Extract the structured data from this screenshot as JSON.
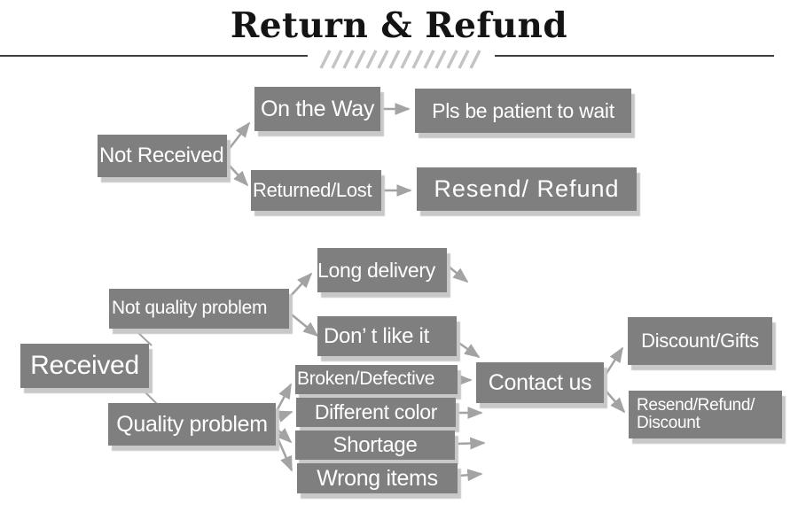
{
  "title": {
    "text": "Return & Refund"
  },
  "colors": {
    "box_fill": "#7f7f7f",
    "box_text": "#ffffff",
    "arrow": "#a3a3a3",
    "shadow": "#c8c8c8",
    "rule": "#3d3d3d",
    "hatch": "#c4c4c4",
    "title_text": "#141414",
    "background": "#ffffff"
  },
  "nodes": {
    "not_received": {
      "label": "Not Received"
    },
    "on_the_way": {
      "label": "On the Way"
    },
    "pls_wait": {
      "label": "Pls be patient to wait"
    },
    "returned_lost": {
      "label": "Returned/Lost"
    },
    "resend_refund": {
      "label": "Resend/ Refund"
    },
    "received": {
      "label": "Received"
    },
    "not_quality": {
      "label": "Not quality problem"
    },
    "long_delivery": {
      "label": "Long delivery"
    },
    "dont_like": {
      "label": "Don’ t like it"
    },
    "quality_problem": {
      "label": "Quality problem"
    },
    "broken": {
      "label": "Broken/Defective"
    },
    "different_color": {
      "label": "Different color"
    },
    "shortage": {
      "label": "Shortage"
    },
    "wrong_items": {
      "label": "Wrong items"
    },
    "contact_us": {
      "label": "Contact us"
    },
    "discount_gifts": {
      "label": "Discount/Gifts"
    },
    "resend_refund_discount": {
      "label": "Resend/Refund/\nDiscount"
    }
  },
  "edges": [
    {
      "from": "not_received",
      "to": "on_the_way"
    },
    {
      "from": "not_received",
      "to": "returned_lost"
    },
    {
      "from": "on_the_way",
      "to": "pls_wait"
    },
    {
      "from": "returned_lost",
      "to": "resend_refund"
    },
    {
      "from": "received",
      "to": "not_quality"
    },
    {
      "from": "received",
      "to": "quality_problem"
    },
    {
      "from": "not_quality",
      "to": "long_delivery"
    },
    {
      "from": "not_quality",
      "to": "dont_like"
    },
    {
      "from": "long_delivery",
      "to": ""
    },
    {
      "from": "dont_like",
      "to": "contact_us"
    },
    {
      "from": "quality_problem",
      "to": "broken"
    },
    {
      "from": "quality_problem",
      "to": "different_color"
    },
    {
      "from": "quality_problem",
      "to": "shortage"
    },
    {
      "from": "quality_problem",
      "to": "wrong_items"
    },
    {
      "from": "broken",
      "to": "contact_us"
    },
    {
      "from": "different_color",
      "to": "contact_us"
    },
    {
      "from": "shortage",
      "to": "contact_us"
    },
    {
      "from": "wrong_items",
      "to": "contact_us"
    },
    {
      "from": "contact_us",
      "to": "discount_gifts"
    },
    {
      "from": "contact_us",
      "to": "resend_refund_discount"
    }
  ]
}
